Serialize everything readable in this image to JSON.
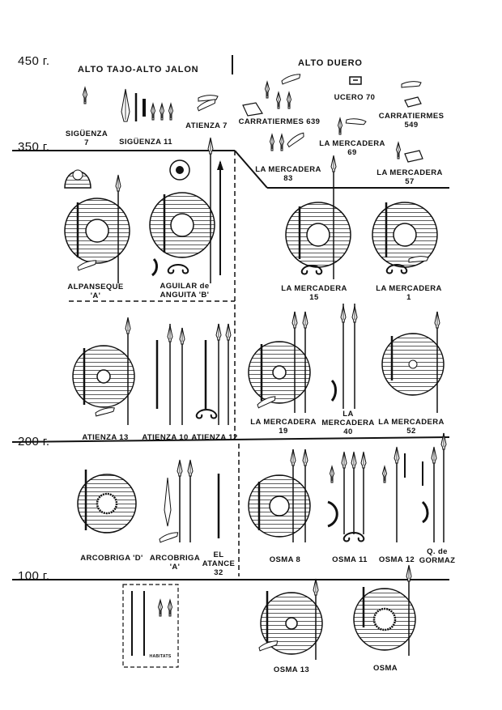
{
  "eras": [
    "450 г.",
    "350 г.",
    "200 г.",
    "100 г."
  ],
  "regions": {
    "left": "ALTO TAJO-ALTO JALON",
    "right": "ALTO DUERO"
  },
  "labels": {
    "siguenza7": "SIGÜENZA\n7",
    "siguenza11": "SIGÜENZA 11",
    "atienza7": "ATIENZA 7",
    "carratiermes639": "CARRATIERMES 639",
    "ucero70": "UCERO 70",
    "carratiermes549": "CARRATIERMES\n549",
    "lamercadera69": "LA MERCADERA\n69",
    "lamercadera83": "LA MERCADERA\n83",
    "lamercadera57": "LA MERCADERA\n57",
    "alpanseque": "ALPANSEQUE\n'A'",
    "aguilar": "AGUILAR de\nANGUITA 'B'",
    "lamercadera15": "LA MERCADERA\n15",
    "lamercadera1": "LA MERCADERA\n1",
    "atienza13": "ATIENZA 13",
    "atienza10": "ATIENZA 10",
    "atienza12": "ATIENZA 12",
    "lamercadera19": "LA MERCADERA\n19",
    "lamercadera40": "LA\nMERCADERA\n40",
    "lamercadera52": "LA MERCADERA\n52",
    "arcobrigaD": "ARCOBRIGA 'D'",
    "arcobrigaA": "ARCOBRIGA\n'A'",
    "elatance": "EL\nATANCE\n32",
    "osma8": "OSMA 8",
    "osma11": "OSMA 11",
    "osma12": "OSMA 12",
    "qgormaz": "Q. de\nGORMAZ",
    "osma13": "OSMA 13",
    "osma": "OSMA",
    "habitats": "HABITATS"
  }
}
